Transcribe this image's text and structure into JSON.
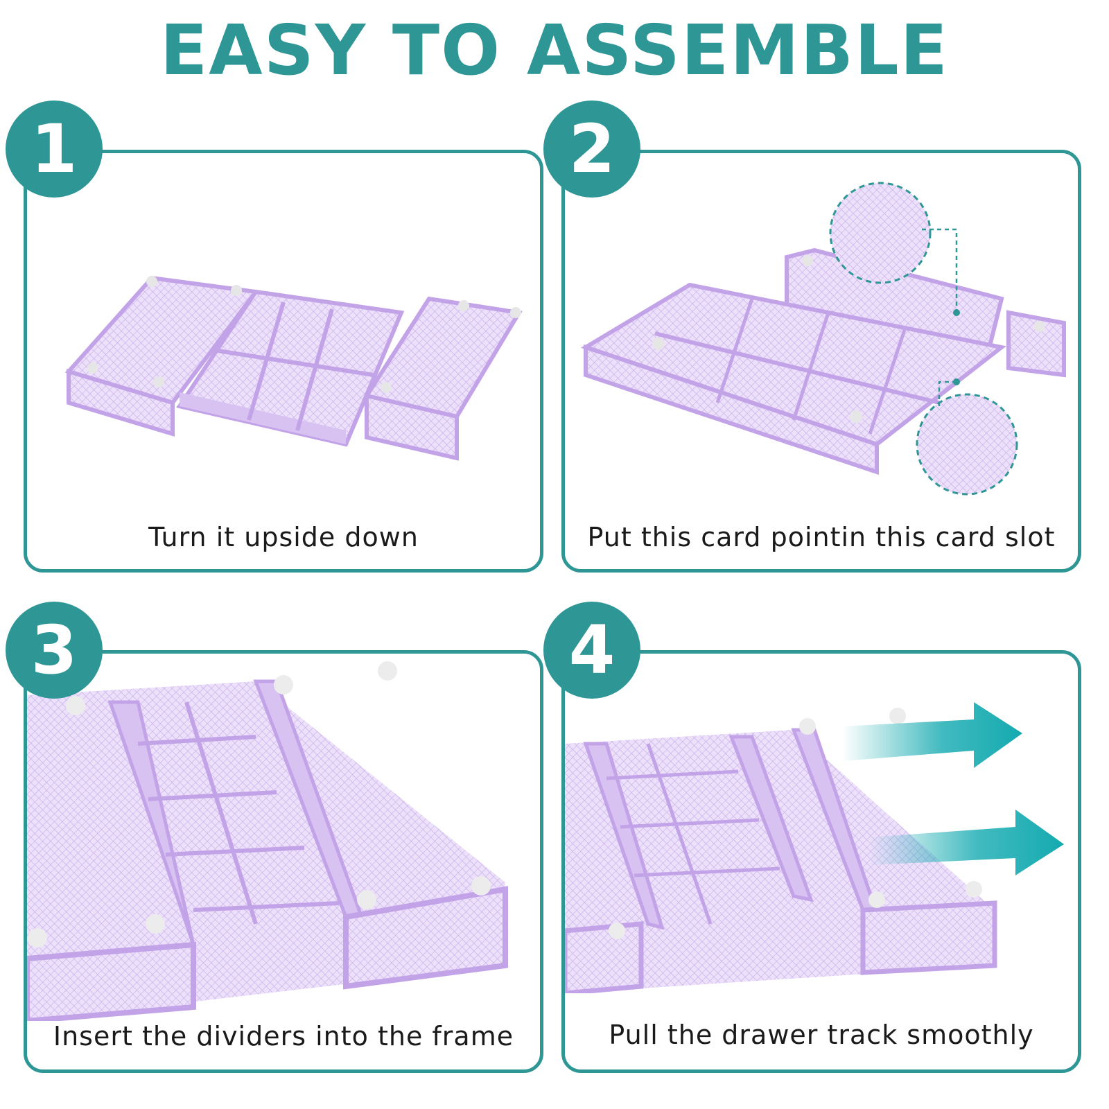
{
  "title": "EASY TO ASSEMBLE",
  "colors": {
    "accent": "#2e9796",
    "organizer": "#d8c2f2",
    "organizer_edge": "#c3a3e8",
    "arrow": "#13aab0"
  },
  "steps": [
    {
      "number": "1",
      "caption": "Turn it upside down"
    },
    {
      "number": "2",
      "caption": "Put this card pointin this card slot"
    },
    {
      "number": "3",
      "caption": "Insert the dividers into the frame"
    },
    {
      "number": "4",
      "caption": "Pull the drawer track smoothly"
    }
  ]
}
